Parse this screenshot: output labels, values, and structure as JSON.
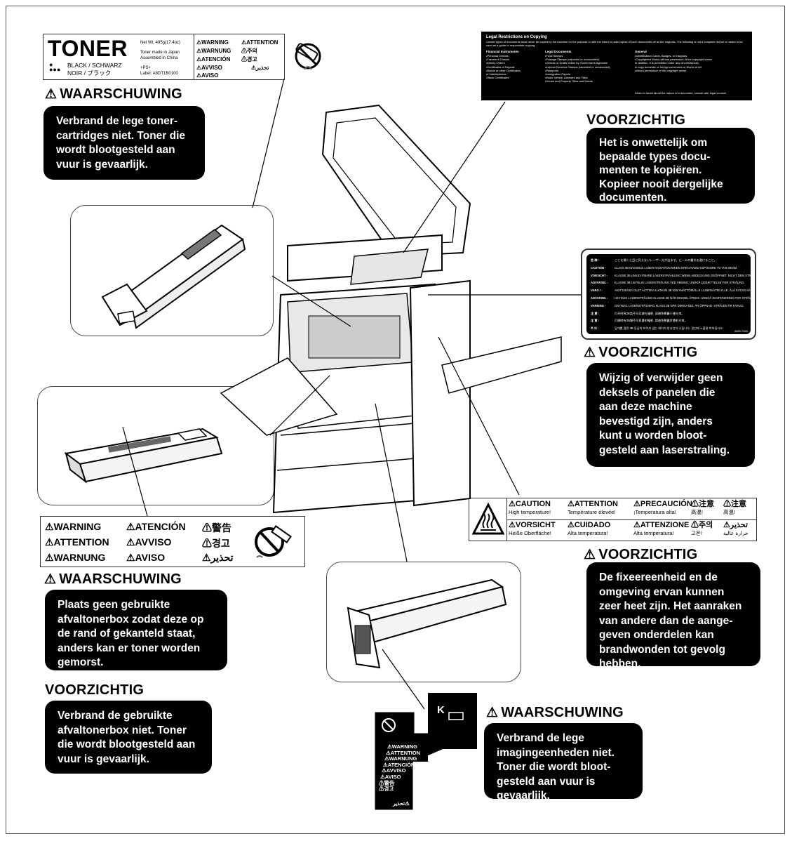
{
  "toner_label": {
    "title": "TONER",
    "color_line_1": "BLACK / SCHWARZ",
    "color_line_2": "NOIR / ブラック",
    "net_weight": "Net Wt. 495g(17.4oz)",
    "made_in": "Toner made in Japan",
    "assembled": "Assembled in China",
    "ps": "+PS+",
    "label_code": "Label:  A8DT1B0100",
    "warnings": [
      "⚠WARNING",
      "⚠ATTENTION",
      "⚠WARNUNG",
      "⚠주의",
      "⚠ATENCIÓN",
      "⚠경고",
      "⚠AVVISO",
      "⚠تحذير",
      "⚠AVISO"
    ]
  },
  "sections": {
    "toner_warning": {
      "heading": "WAARSCHUWING",
      "text": "Verbrand de lege toner-\ncartridges niet. Toner die\nwordt blootgesteld aan\nvuur is gevaarlijk."
    },
    "legal_caution": {
      "heading": "VOORZICHTIG",
      "text": "Het is onwettelijk om\nbepaalde types docu-\nmenten te kopiëren.\nKopieer nooit dergelijke\ndocumenten."
    },
    "laser_caution": {
      "heading": "VOORZICHTIG",
      "text": "Wijzig of verwijder geen\ndeksels of panelen die\naan deze machine\nbevestigd zijn, anders\nkunt u worden bloot-\ngesteld aan laserstraling."
    },
    "fuser_caution": {
      "heading": "VOORZICHTIG",
      "text": "De fixeereenheid en de\nomgeving ervan kunnen\nzeer heet zijn. Het aanraken\nvan andere dan de aange-\ngeven onderdelen kan\nbrandwonden tot gevolg\nhebben."
    },
    "waste_warning": {
      "heading": "WAARSCHUWING",
      "text": "Plaats geen gebruikte\nafvaltonerbox zodat deze op\nde rand of gekanteld staat,\nanders kan er toner worden\ngemorst."
    },
    "waste_caution": {
      "heading": "VOORZICHTIG",
      "text": "Verbrand de gebruikte\nafvaltonerbox niet. Toner\ndie wordt blootgesteld aan\nvuur is gevaarlijk."
    },
    "imaging_warning": {
      "heading": "WAARSCHUWING",
      "text": "Verbrand de lege\nimagingeenheden niet.\nToner die wordt bloot-\ngesteld aan vuur is\ngevaarlijk."
    }
  },
  "legal_label": {
    "title": "Legal Restrictions on Copying",
    "intro": "Certain types of documents must never be copied by the machine for the purpose or with the intent to pass copies of such documents off as the originals. The following is not a complete list but is meant to be used as a guide to responsible copying.",
    "col1_head": "Financial Instruments",
    "col1": [
      "•Personal Checks",
      "•Traveler's Checks",
      "•Money Orders",
      "•Certificates of Deposit",
      "•Bonds or other Certificates",
      "  of Indebtedness",
      "•Stock Certificates"
    ],
    "col2_head": "Legal Documents",
    "col2": [
      "•Food Stamps",
      "•Postage Stamps (canceled or uncanceled)",
      "•Checks or Drafts drawn by Government Agencies",
      "•Internal Revenue Stamps (canceled or uncanceled)",
      "•Passports",
      "•Immigration Papers",
      "•Motor Vehicle Licenses and Titles",
      "•House and Property Titles and Deeds"
    ],
    "col3_head": "General",
    "col3": [
      "•Identification Cards, Badges, or Insignias",
      "•Copyrighted Works without permission of the copyright owner",
      "In addition, it is prohibited under any circumstances",
      "to copy domestic or foreign currencies or Works of Art",
      "without permission of the copyright owner."
    ],
    "footer": "When in doubt about the nature of a document, consult with legal counsel."
  },
  "laser_label": {
    "rows": [
      [
        "危 険 :",
        "ここを開くと目に見えないレーザー光が出ます。ビームの露光を避けること。"
      ],
      [
        "CAUTION -",
        "CLASS 3B INVISIBLE LASER RADIATION WHEN OPEN AVOID EXPOSURE TO THE BEAM."
      ],
      [
        "VORSICHT -",
        "KLASSE 3B UNSICHTBARE LASERSTRAHLUNG WENN ABDECKUNG GEÖFFNET. NICHT DEM STRAHL AUSSETZEN."
      ],
      [
        "ADVARSEL -",
        "KLASSE 3B USYNLIG LASERSTRÅLING VED ÅBNING, UNDGÅ UDSÆTTELSE FOR STRÅLING."
      ],
      [
        "VARO ! -",
        "AVATTAESSA OLET ALTTIINA LUOKAN 3B NÄKYMÄTTÖMÄLLE LASERSÄTEILYLLE. ÄLÄ KATSO SÄTEESEEN."
      ],
      [
        "ADVARSEL -",
        "USYNLIG LASERSTRÅLING KLASSE 3B NÅR DEKSEL ÅPNES. UNNGÅ EKSPONERING FOR STRÅLEN."
      ],
      [
        "VARNING -",
        "OSYNLIG LASERSTRÅLNING KLASS 3B NÄR DENNA DEL ÄR ÖPPNAD. STRÅLEN ÄR FARLIG."
      ],
      [
        "注 意 :",
        "打开时有3B类不可见激光辐射, 请避免暴露于激光束。"
      ],
      [
        "注 意 :",
        "打開時有3B類不可見雷射輻射, 請避免暴露於雷射光束。"
      ],
      [
        "주 의 :",
        "덮개를 열면 3B 등급의 보이지 않는 레이저 방사선이 나옵니다. 광선에 노출을 피하십시오."
      ]
    ],
    "code": "4039-7940"
  },
  "caution_label": {
    "cells": [
      [
        "⚠CAUTION",
        "High temperature!"
      ],
      [
        "⚠ATTENTION",
        "Température élevée!"
      ],
      [
        "⚠PRECAUCIÓN",
        "¡Temperatura alta!"
      ],
      [
        "⚠注意",
        "高温!"
      ],
      [
        "⚠注意",
        "高溫!"
      ],
      [
        "⚠VORSICHT",
        "Heiße Oberfläche!"
      ],
      [
        "⚠CUIDADO",
        "Alta temperatura!"
      ],
      [
        "⚠ATTENZIONE",
        "Alta temperatura!"
      ],
      [
        "⚠주의",
        "고온!"
      ],
      [
        "⚠تحذير",
        "حرارة عالية"
      ]
    ]
  },
  "waste_label": {
    "rows": [
      [
        "⚠WARNING",
        "⚠ATENCIÓN",
        "⚠警告"
      ],
      [
        "⚠ATTENTION",
        "⚠AVVISO",
        "⚠경고"
      ],
      [
        "⚠WARNUNG",
        "⚠AVISO",
        "⚠تحذير"
      ]
    ]
  },
  "imaging_label": {
    "k_mark": "K",
    "warnings": [
      "⚠WARNING",
      "⚠ATTENTION",
      "⚠WARNUNG",
      "⚠ATENCIÓN",
      "⚠AVVISO",
      "⚠AVISO",
      "⚠警告",
      "⚠경고"
    ],
    "tail": "تحذير⚠"
  },
  "colors": {
    "box_bg": "#000000",
    "box_text": "#ffffff",
    "line": "#000000"
  }
}
